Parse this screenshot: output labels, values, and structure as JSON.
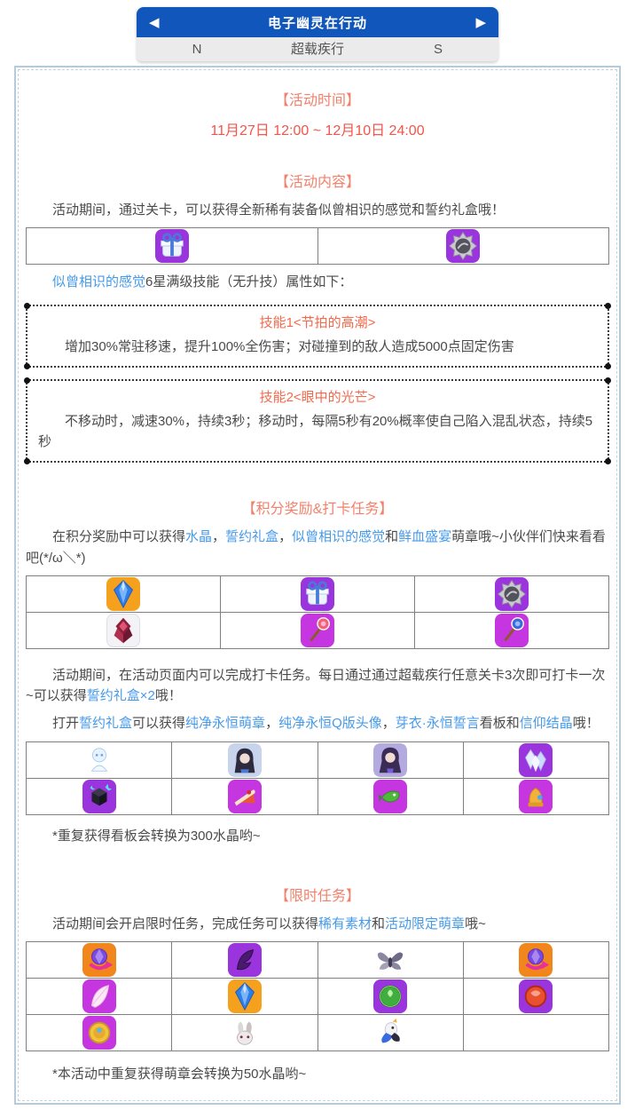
{
  "header": {
    "title": "电子幽灵在行动",
    "left_arrow": "◀",
    "right_arrow": "▶"
  },
  "tabs": {
    "left": "N",
    "center": "超载疾行",
    "right": "S"
  },
  "colors": {
    "header_blue": "#1156bb",
    "heading_coral": "#f4806b",
    "date_red": "#f4544a",
    "skill_title_orange": "#f4694b",
    "link_blue": "#459ae8",
    "tile_orange": "#f5a11d",
    "tile_purple": "#9a35dd",
    "tile_magenta": "#c636e0"
  },
  "panel": {
    "time_heading": "【活动时间】",
    "time_value": "11月27日 12:00 ~ 12月10日 24:00",
    "content_heading": "【活动内容】",
    "content_intro": "活动期间，通过关卡，可以获得全新稀有装备似曾相识的感觉和誓约礼盒哦！",
    "equip_note": [
      {
        "text": "似曾相识的感觉",
        "link": true
      },
      {
        "text": "6星满级技能（无升技）属性如下："
      }
    ],
    "skills": [
      {
        "title": "技能1<节拍的高潮>",
        "desc": "增加30%常驻移速，提升100%全伤害；对碰撞到的敌人造成5000点固定伤害"
      },
      {
        "title": "技能2<眼中的光芒>",
        "desc": "不移动时，减速30%，持续3秒；移动时，每隔5秒有20%概率使自己陷入混乱状态，持续5秒"
      }
    ],
    "score_heading": "【积分奖励&打卡任务】",
    "score_intro": [
      {
        "text": "在积分奖励中可以获得"
      },
      {
        "text": "水晶",
        "link": true
      },
      {
        "text": "，"
      },
      {
        "text": "誓约礼盒",
        "link": true
      },
      {
        "text": "，"
      },
      {
        "text": "似曾相识的感觉",
        "link": true
      },
      {
        "text": "和"
      },
      {
        "text": "鲜血盛宴",
        "link": true
      },
      {
        "text": "萌章哦~小伙伴们快来看看吧(*/ω＼*)"
      }
    ],
    "daka_intro": [
      {
        "text": "活动期间，在活动页面内可以完成打卡任务。每日通过通过超载疾行任意关卡3次即可打卡一次~可以获得"
      },
      {
        "text": "誓约礼盒×2",
        "link": true
      },
      {
        "text": "哦！"
      }
    ],
    "daka_open": [
      {
        "text": "打开"
      },
      {
        "text": "誓约礼盒",
        "link": true
      },
      {
        "text": "可以获得"
      },
      {
        "text": "纯净永恒萌章",
        "link": true
      },
      {
        "text": "，"
      },
      {
        "text": "纯净永恒Q版头像",
        "link": true
      },
      {
        "text": "，"
      },
      {
        "text": "芽衣·永恒誓言",
        "link": true
      },
      {
        "text": "看板和"
      },
      {
        "text": "信仰结晶",
        "link": true
      },
      {
        "text": "哦！"
      }
    ],
    "kanban_note": "*重复获得看板会转换为300水晶哟~",
    "limited_heading": "【限时任务】",
    "limited_intro": [
      {
        "text": "活动期间会开启限时任务，完成任务可以获得"
      },
      {
        "text": "稀有素材",
        "link": true
      },
      {
        "text": "和"
      },
      {
        "text": "活动限定萌章",
        "link": true
      },
      {
        "text": "哦~"
      }
    ],
    "badge_note": "*本活动中重复获得萌章会转换为50水晶哟~"
  },
  "tables": {
    "content_rewards": {
      "row_class": "rh40",
      "rows": [
        [
          {
            "icon": "gift-box",
            "tile": "purple"
          },
          {
            "icon": "silver-medal",
            "tile": "purple"
          }
        ]
      ]
    },
    "score_rewards": {
      "row_class": "rh34",
      "rows": [
        [
          {
            "icon": "blue-crystal",
            "tile": "orange"
          },
          {
            "icon": "gift-box",
            "tile": "purple"
          },
          {
            "icon": "silver-medal",
            "tile": "purple"
          }
        ],
        [
          {
            "icon": "red-badge",
            "tile": "light"
          },
          {
            "icon": "pink-lollipop",
            "tile": "magenta"
          },
          {
            "icon": "blue-lollipop",
            "tile": "magenta"
          }
        ]
      ]
    },
    "daka_rewards": {
      "row_class": "rh38",
      "rows": [
        [
          {
            "icon": "chibi-badge",
            "tile": "none"
          },
          {
            "icon": "girl-avatar",
            "tile": "photo-blue"
          },
          {
            "icon": "girl-kanban",
            "tile": "photo-purple"
          },
          {
            "icon": "crystal-cluster",
            "tile": "purple"
          }
        ],
        [
          {
            "icon": "dark-box",
            "tile": "purple"
          },
          {
            "icon": "cake-slice",
            "tile": "magenta"
          },
          {
            "icon": "green-fish",
            "tile": "magenta"
          },
          {
            "icon": "gold-bell",
            "tile": "magenta"
          }
        ]
      ]
    },
    "limited_rewards": {
      "row_class": "rh40",
      "rows": [
        [
          {
            "icon": "orb-arrow",
            "tile": "orange2"
          },
          {
            "icon": "purple-wing",
            "tile": "purple"
          },
          {
            "icon": "gray-moth",
            "tile": "none"
          },
          {
            "icon": "orb-arrow",
            "tile": "orange2"
          }
        ],
        [
          {
            "icon": "pink-feather",
            "tile": "magenta"
          },
          {
            "icon": "blue-crystal",
            "tile": "orange"
          },
          {
            "icon": "green-orb",
            "tile": "purple"
          },
          {
            "icon": "red-orb",
            "tile": "purple"
          }
        ],
        [
          {
            "icon": "gold-coin",
            "tile": "magenta"
          },
          {
            "icon": "rabbit-creature",
            "tile": "none"
          },
          {
            "icon": "bird-creature",
            "tile": "none"
          },
          {
            "icon": "empty",
            "tile": "none"
          }
        ]
      ]
    }
  }
}
